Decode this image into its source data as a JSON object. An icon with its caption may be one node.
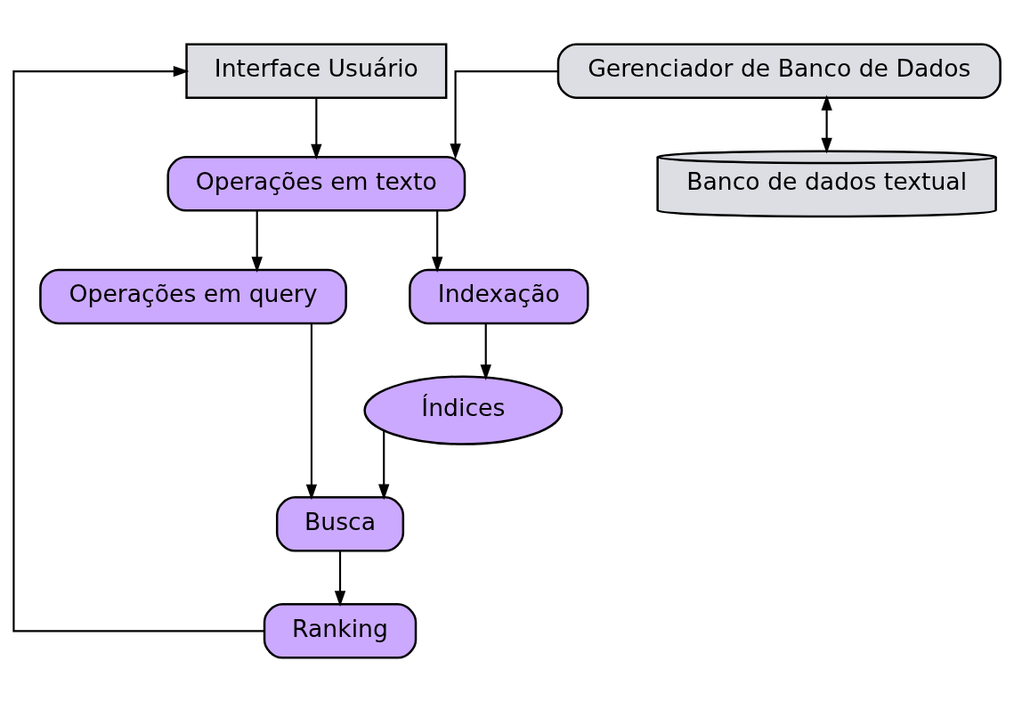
{
  "diagram": {
    "nodes": [
      {
        "text": [
          "Interface Usuário"
        ]
      },
      {
        "text": [
          "Gerenciador de Banco de Dados"
        ]
      },
      {
        "text": [
          "Operações em texto"
        ]
      },
      {
        "text": [
          "Operações em query"
        ]
      },
      {
        "text": [
          "Indexação"
        ]
      },
      {
        "text": [
          "Índices"
        ]
      },
      {
        "text": [
          "Busca"
        ]
      },
      {
        "text": [
          "Ranking"
        ]
      },
      {
        "text": [
          "Banco de dados textual"
        ]
      }
    ],
    "edges": [
      {
        "from": 0,
        "to": 2,
        "arrow": "to"
      },
      {
        "from": 1,
        "to": 2,
        "arrow": "to"
      },
      {
        "from": 1,
        "to": 8,
        "arrow": "both"
      },
      {
        "from": 2,
        "to": 3,
        "arrow": "to"
      },
      {
        "from": 2,
        "to": 4,
        "arrow": "to"
      },
      {
        "from": 4,
        "to": 5,
        "arrow": "to"
      },
      {
        "from": 3,
        "to": 6,
        "arrow": "to"
      },
      {
        "from": 5,
        "to": 6,
        "arrow": "to"
      },
      {
        "from": 6,
        "to": 7,
        "arrow": "to"
      },
      {
        "from": 7,
        "to": 0,
        "arrow": "to"
      }
    ]
  }
}
